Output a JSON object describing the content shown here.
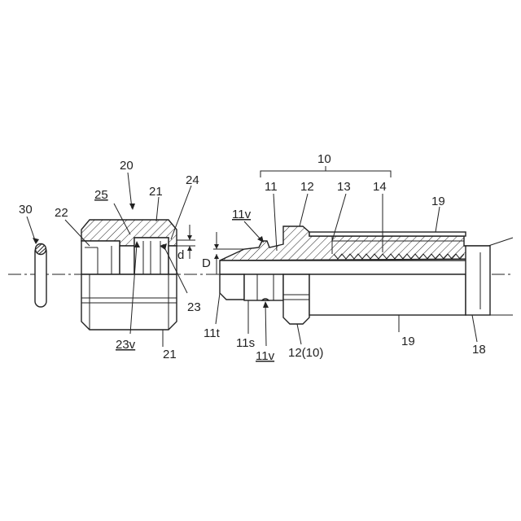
{
  "labels": {
    "l30": "30",
    "l22": "22",
    "l25": "25",
    "l20": "20",
    "l21_top": "21",
    "l24": "24",
    "l_d": "d",
    "l_D": "D",
    "l23": "23",
    "l23v": "23v",
    "l21_bottom": "21",
    "l10": "10",
    "l11": "11",
    "l12": "12",
    "l13": "13",
    "l14": "14",
    "l19_top": "19",
    "l11v_top": "11v",
    "l11t": "11t",
    "l11s": "11s",
    "l11v_bottom": "11v",
    "l12_10": "12(10)",
    "l19_bottom": "19",
    "l18": "18"
  }
}
